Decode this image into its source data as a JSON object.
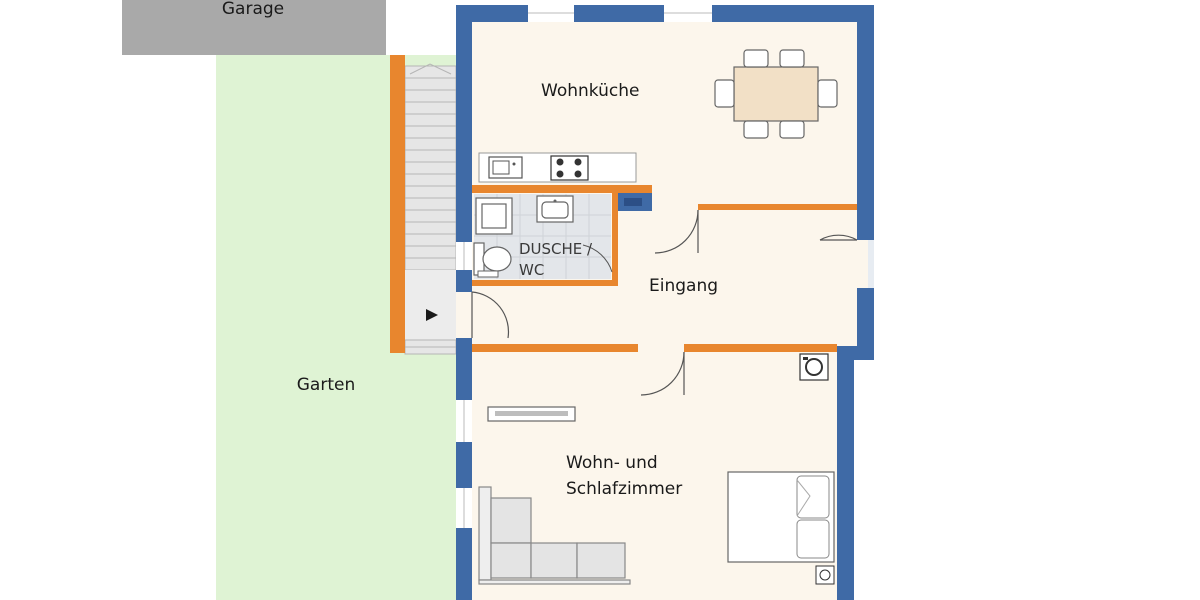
{
  "plan": {
    "labels": {
      "garage": "Garage",
      "garden": "Garten",
      "kitchen": "Wohnküche",
      "bath_line1": "DUSCHE /",
      "bath_line2": "WC",
      "entrance": "Eingang",
      "living_line1": "Wohn- und",
      "living_line2": "Schlafzimmer"
    },
    "colors": {
      "wall_exterior": "#3f6aa6",
      "wall_interior": "#e8862e",
      "floor": "#fcf6ec",
      "garden": "#dff3d4",
      "garage": "#a9a9a9",
      "bath_tiles": "#e3e6ea",
      "stairs": "#e6e6e6"
    },
    "icons": [
      "door-arrow-icon",
      "washing-machine-icon",
      "hob-icon",
      "sink-icon",
      "toilet-icon"
    ]
  }
}
